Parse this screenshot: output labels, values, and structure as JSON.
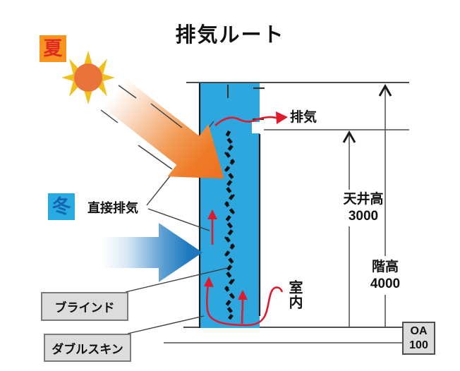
{
  "title": "排気ルート",
  "badges": {
    "summer": "夏",
    "winter": "冬"
  },
  "annotations": {
    "direct_exhaust": "直接排気",
    "exhaust": "排気",
    "indoor": "室内",
    "blind": "ブラインド",
    "double_skin": "ダブルスキン"
  },
  "dimensions": {
    "ceiling": {
      "label": "天井高",
      "value": "3000"
    },
    "story": {
      "label": "階高",
      "value": "4000"
    },
    "oa": {
      "label": "OA",
      "value": "100"
    }
  },
  "colors": {
    "summer_badge_bg": "#F7941D",
    "summer_badge_text": "#DF2B23",
    "winter_badge_bg": "#29ABE2",
    "winter_badge_text": "#1565AE",
    "column_blue": "#2EA7DF",
    "beam_orange": "#ED7023",
    "wind_blue": "#1B75BC",
    "flow_red": "#E01A2D",
    "sun_core": "#E8743B",
    "sun_rays": "#F0C11C",
    "label_box_bg": "#DCDCDC"
  }
}
